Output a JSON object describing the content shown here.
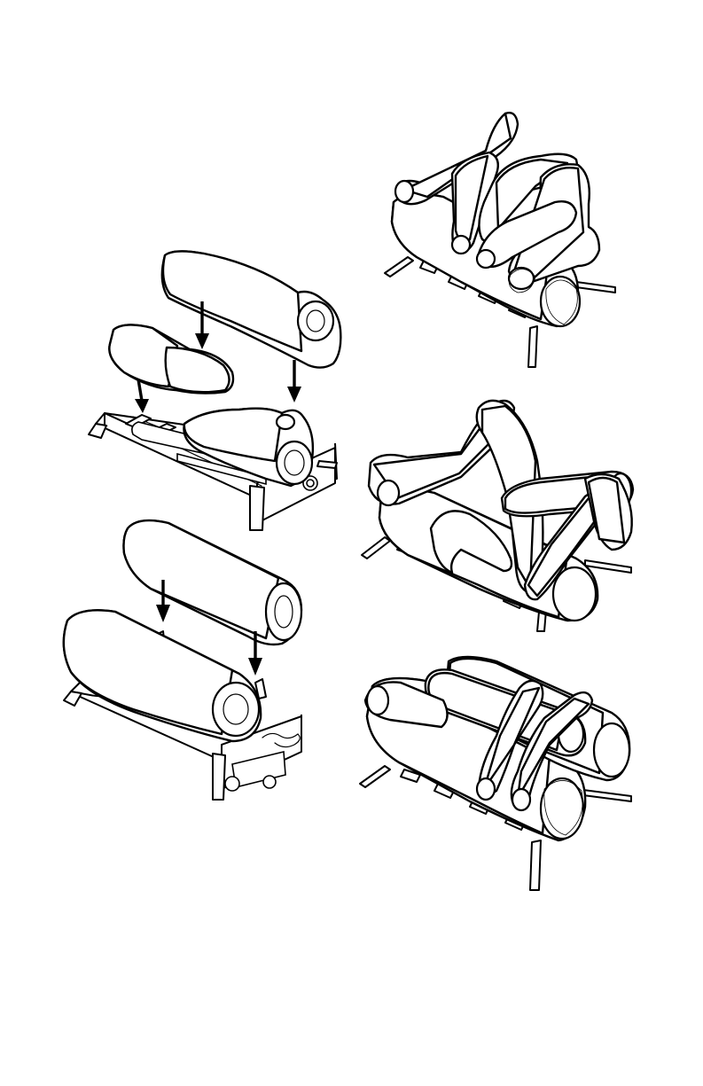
{
  "figure": {
    "panels": [
      {
        "id": "step-1-rear-logs",
        "kind": "exploded-assembly"
      },
      {
        "id": "step-2-front-log",
        "kind": "exploded-assembly"
      },
      {
        "id": "arrangement-a",
        "kind": "assembled-log-set"
      },
      {
        "id": "arrangement-b",
        "kind": "assembled-log-set"
      },
      {
        "id": "arrangement-c",
        "kind": "assembled-log-set"
      }
    ],
    "colors": {
      "ink": "#000000",
      "paper": "#ffffff"
    }
  }
}
